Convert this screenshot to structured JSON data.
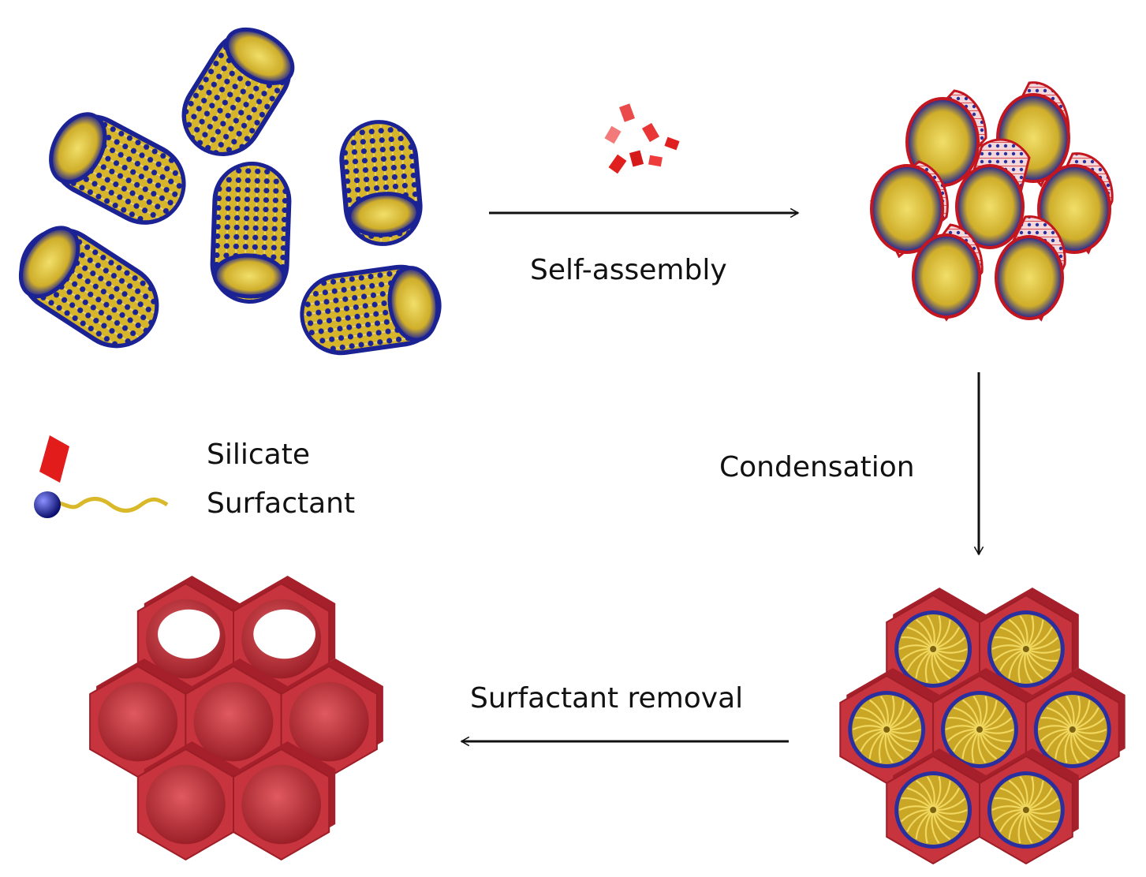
{
  "steps": {
    "self_assembly": "Self-assembly",
    "condensation": "Condensation",
    "surfactant_removal": "Surfactant removal"
  },
  "legend": {
    "silicate": "Silicate",
    "surfactant": "Surfactant"
  },
  "colors": {
    "silicate": "#d81e1e",
    "silica_wall": "#c8343e",
    "surfactant_head": "#1a1f9a",
    "surfactant_tail": "#d9b92a",
    "arrow": "#111111"
  },
  "icons": [
    "surfactant-micelle-rod-icon",
    "silicate-fragment-icon",
    "mesoporous-hexagon-icon"
  ]
}
